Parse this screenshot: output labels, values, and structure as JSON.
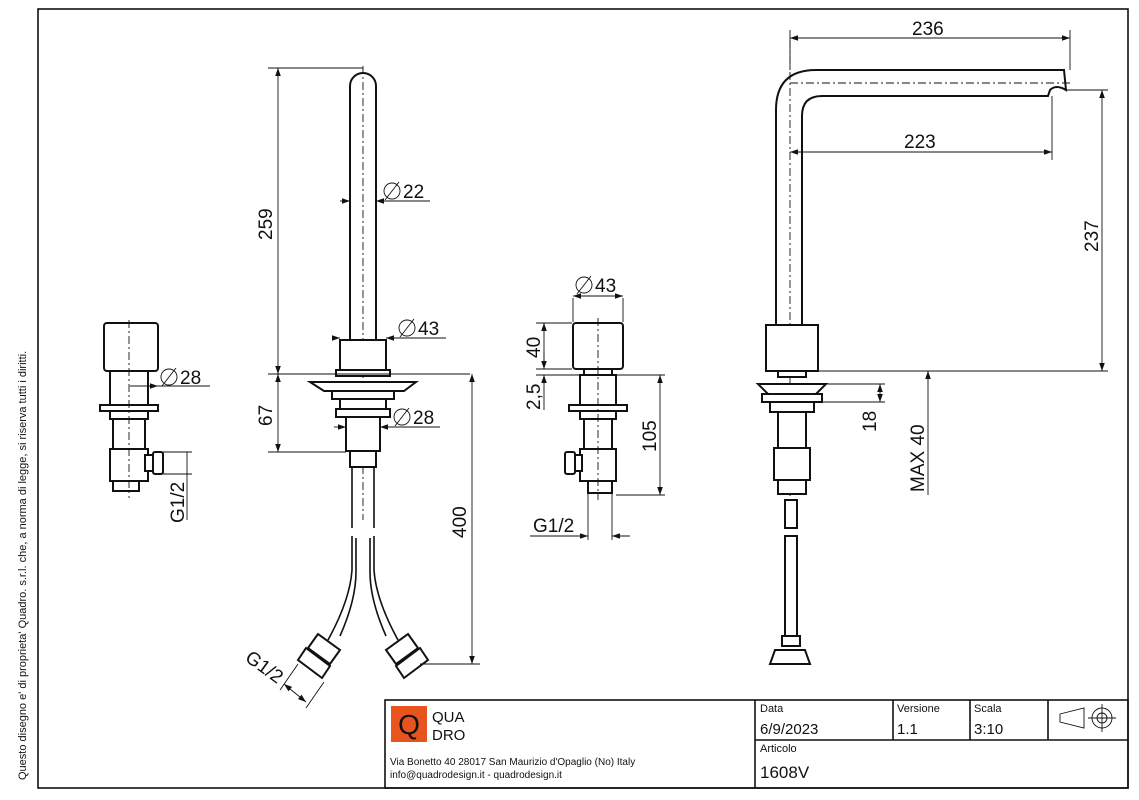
{
  "copyright_note": "Questo disegno e' di proprieta' Quadro. s.r.l. che, a norma di legge, si riserva tutti i diritti.",
  "dimensions": {
    "left_valve_diameter": "28",
    "left_valve_thread": "G1/2",
    "spout_height": "259",
    "spout_tube_diameter": "22",
    "spout_base_diameter": "43",
    "spout_shank_diameter": "28",
    "spout_body_height": "67",
    "hose_length": "400",
    "hose_thread": "G1/2",
    "right_valve_diameter": "43",
    "right_valve_cap_height": "40",
    "right_valve_gap": "2,5",
    "right_valve_body_height": "105",
    "right_valve_thread": "G1/2",
    "side_reach_total": "236",
    "side_reach_outlet": "223",
    "side_height": "237",
    "side_deck_thickness": "18",
    "side_max_deck": "MAX 40"
  },
  "title_block": {
    "logo_letter": "Q",
    "logo_text_top": "QUA",
    "logo_text_bottom": "DRO",
    "address": "Via Bonetto 40  28017 San Maurizio d'Opaglio (No) Italy",
    "contact": "info@quadrodesign.it  -  quadrodesign.it",
    "date_label": "Data",
    "date_value": "6/9/2023",
    "version_label": "Versione",
    "version_value": "1.1",
    "scale_label": "Scala",
    "scale_value": "3:10",
    "article_label": "Articolo",
    "article_value": "1608V"
  },
  "colors": {
    "logo": "#e8541e",
    "ink": "#111111"
  }
}
